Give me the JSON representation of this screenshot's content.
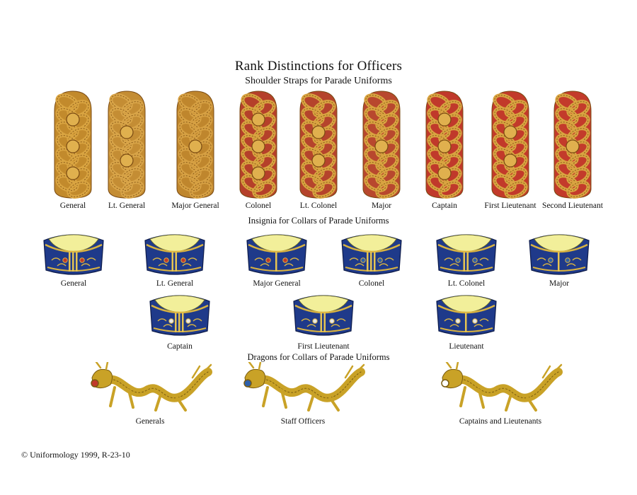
{
  "title": "Rank Distinctions for Officers",
  "section_straps": "Shoulder Straps for Parade Uniforms",
  "section_collars": "Insignia for Collars of Parade Uniforms",
  "section_dragons": "Dragons for Collars of Parade Uniforms",
  "straps": [
    {
      "label": "General",
      "cord": "#d9a441",
      "base": "#c28a2c",
      "pips": 3
    },
    {
      "label": "Lt. General",
      "cord": "#d8a448",
      "base": "#c48d34",
      "pips": 2
    },
    {
      "label": "Major General",
      "cord": "#d6a043",
      "base": "#bf862d",
      "pips": 1
    },
    {
      "label": "Colonel",
      "cord": "#d9a441",
      "base": "#b5402a",
      "pips": 3
    },
    {
      "label": "Lt. Colonel",
      "cord": "#d9a441",
      "base": "#b5442c",
      "pips": 2
    },
    {
      "label": "Major",
      "cord": "#d9a441",
      "base": "#b8482e",
      "pips": 1
    },
    {
      "label": "Captain",
      "cord": "#d9a441",
      "base": "#c0392b",
      "pips": 3
    },
    {
      "label": "First Lieutenant",
      "cord": "#d9a441",
      "base": "#c23a2a",
      "pips": 2
    },
    {
      "label": "Second Lieutenant",
      "cord": "#d9a441",
      "base": "#c33b2b",
      "pips": 1
    }
  ],
  "collars": [
    {
      "label": "General",
      "stone": "#c0392b",
      "bars": 3
    },
    {
      "label": "Lt. General",
      "stone": "#c0392b",
      "bars": 2
    },
    {
      "label": "Major General",
      "stone": "#c0392b",
      "bars": 1
    },
    {
      "label": "Colonel",
      "stone": "#2e5fa8",
      "bars": 3
    },
    {
      "label": "Lt. Colonel",
      "stone": "#2e5fa8",
      "bars": 2
    },
    {
      "label": "Major",
      "stone": "#2e5fa8",
      "bars": 1
    },
    {
      "label": "Captain",
      "stone": "#e8e8e8",
      "bars": 3
    },
    {
      "label": "First Lieutenant",
      "stone": "#e8e8e8",
      "bars": 2
    },
    {
      "label": "Lieutenant",
      "stone": "#e8e8e8",
      "bars": 1
    }
  ],
  "dragons": [
    {
      "label": "Generals",
      "pearl": "#c0392b"
    },
    {
      "label": "Staff Officers",
      "pearl": "#2e5fa8"
    },
    {
      "label": "Captains and Lieutenants",
      "pearl": "#ffffff"
    }
  ],
  "copyright": "© Uniformology 1999, R-23-10",
  "colors": {
    "gold": "#d9a441",
    "red": "#b5402a",
    "blue": "#1f3a8a",
    "lemon": "#f2ef9a"
  }
}
